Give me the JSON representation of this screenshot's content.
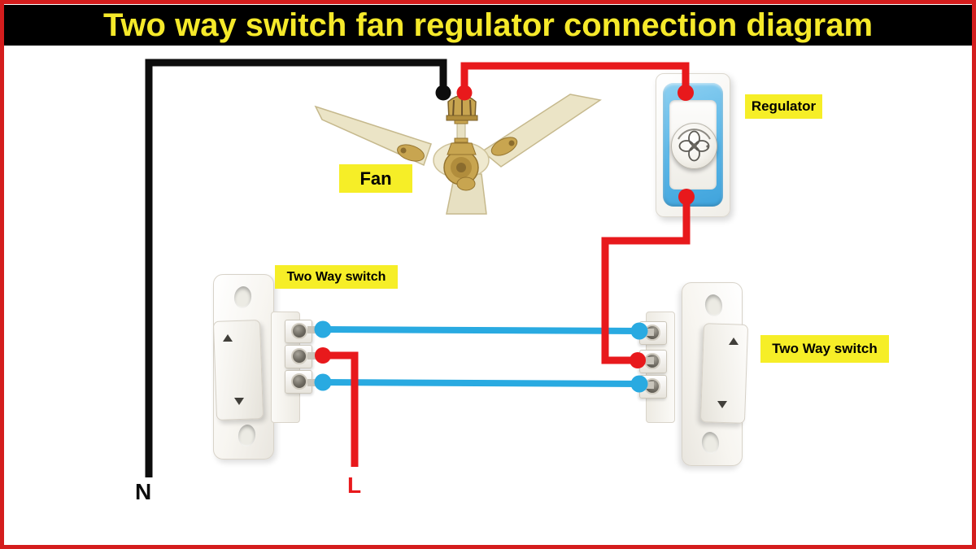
{
  "title": "Two way switch fan regulator connection diagram",
  "labels": {
    "fan": "Fan",
    "regulator": "Regulator",
    "left_switch": "Two Way switch",
    "right_switch": "Two Way switch"
  },
  "wire_tags": {
    "neutral": "N",
    "live": "L"
  },
  "colors": {
    "page_border": "#d41d1d",
    "title_background": "#000000",
    "title_text": "#f5e92a",
    "label_background": "#f6ee27",
    "label_text": "#000000",
    "live_wire": "#e8191c",
    "neutral_wire": "#0d0d0d",
    "traveller_wire": "#29aae1",
    "regulator_frame_blue": "#5ab6e7",
    "fan_body_cream": "#ebe4c6",
    "fan_trim_gold": "#c8a550"
  }
}
